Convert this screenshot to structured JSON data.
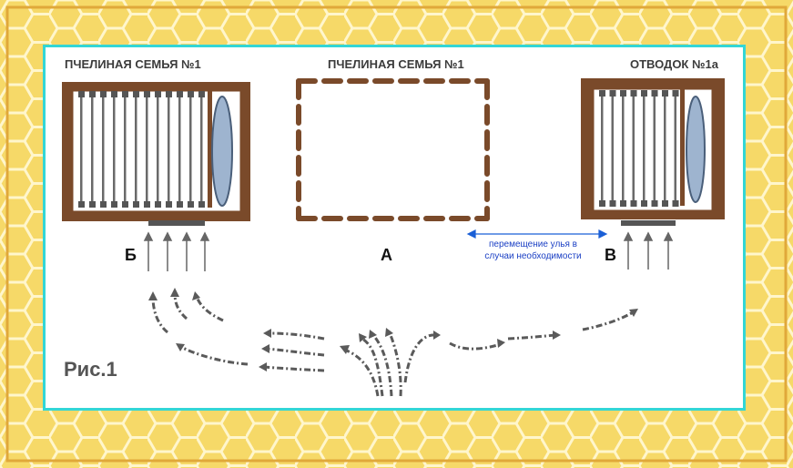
{
  "labels": {
    "hive_left_title": "ПЧЕЛИНАЯ СЕМЬЯ №1",
    "hive_middle_title": "ПЧЕЛИНАЯ СЕМЬЯ №1",
    "hive_right_title": "ОТВОДОК №1а",
    "pos_b": "Б",
    "pos_a": "А",
    "pos_v": "В",
    "move_note_line1": "перемещение улья в",
    "move_note_line2": "случаи   необходимости",
    "figure": "Рис.1"
  },
  "colors": {
    "background_honeycomb": "#f6d968",
    "honeycomb_lines": "#ffffff",
    "frame_border": "#33d6d6",
    "hive_wood": "#7a4a2a",
    "arrow_blue": "#1a5fd6",
    "bee_path": "#5a5a5a"
  },
  "icons": [
    "honeycomb-pattern",
    "hive-box",
    "frame-comb",
    "entrance-arrow",
    "bee-flight-path",
    "double-arrow"
  ]
}
